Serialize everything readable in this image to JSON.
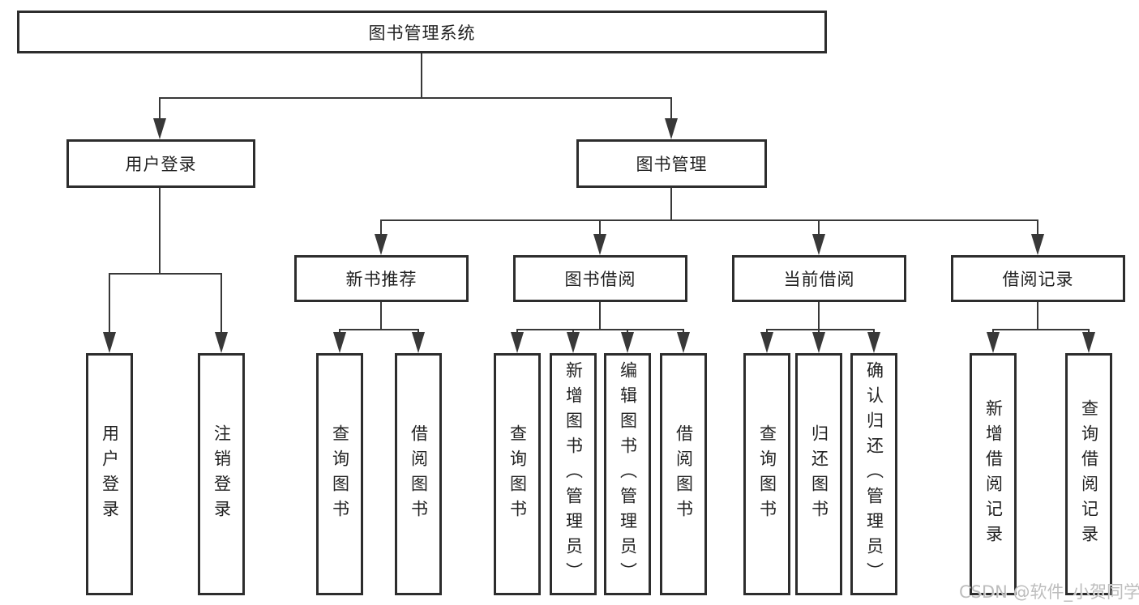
{
  "root": {
    "label": "图书管理系统"
  },
  "branches": {
    "user_login": {
      "label": "用户登录"
    },
    "book_management": {
      "label": "图书管理"
    }
  },
  "modules": {
    "new_book_recommend": {
      "label": "新书推荐"
    },
    "book_borrowing": {
      "label": "图书借阅"
    },
    "current_borrowing": {
      "label": "当前借阅"
    },
    "borrowing_records": {
      "label": "借阅记录"
    }
  },
  "functions": {
    "user_login": "用户登录",
    "logout_login": "注销登录",
    "recommend_query_books": "查询图书",
    "recommend_borrow_books": "借阅图书",
    "borrowing_query_books": "查询图书",
    "borrowing_add_books": "新增图书（管理员）",
    "borrowing_edit_books": "编辑图书（管理员）",
    "borrowing_borrow_books": "借阅图书",
    "current_query_books": "查询图书",
    "current_return_books": "归还图书",
    "current_confirm_return": "确认归还（管理员）",
    "records_add_record": "新增借阅记录",
    "records_query_record": "查询借阅记录"
  },
  "watermark": "CSDN @软件_小贺同学",
  "colors": {
    "line": "#383838",
    "border": "#2d2d2d",
    "text": "#222222",
    "watermark": "#bdbdbd",
    "background": "#ffffff"
  }
}
